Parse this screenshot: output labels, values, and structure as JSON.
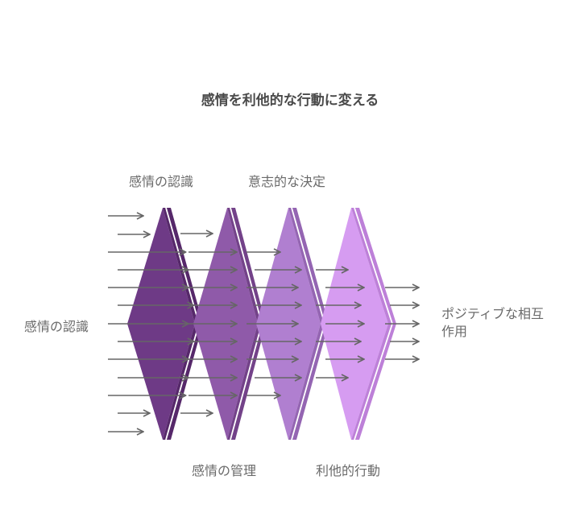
{
  "title": "感情を利他的な行動に変える",
  "labels": {
    "left": "感情の認識",
    "top1": "感情の認識",
    "top2": "意志的な決定",
    "bottom1": "感情の管理",
    "bottom2": "利他的行動",
    "right": "ポジティブな相互作用"
  },
  "stages": [
    {
      "name": "stage-1",
      "color": "#6e3a86",
      "edge": "#56286a"
    },
    {
      "name": "stage-2",
      "color": "#8f5aa9",
      "edge": "#734289"
    },
    {
      "name": "stage-3",
      "color": "#b07fd0",
      "edge": "#9465b2"
    },
    {
      "name": "stage-4",
      "color": "#d69cf1",
      "edge": "#bd80d8"
    }
  ],
  "arrow_color": "#666666"
}
